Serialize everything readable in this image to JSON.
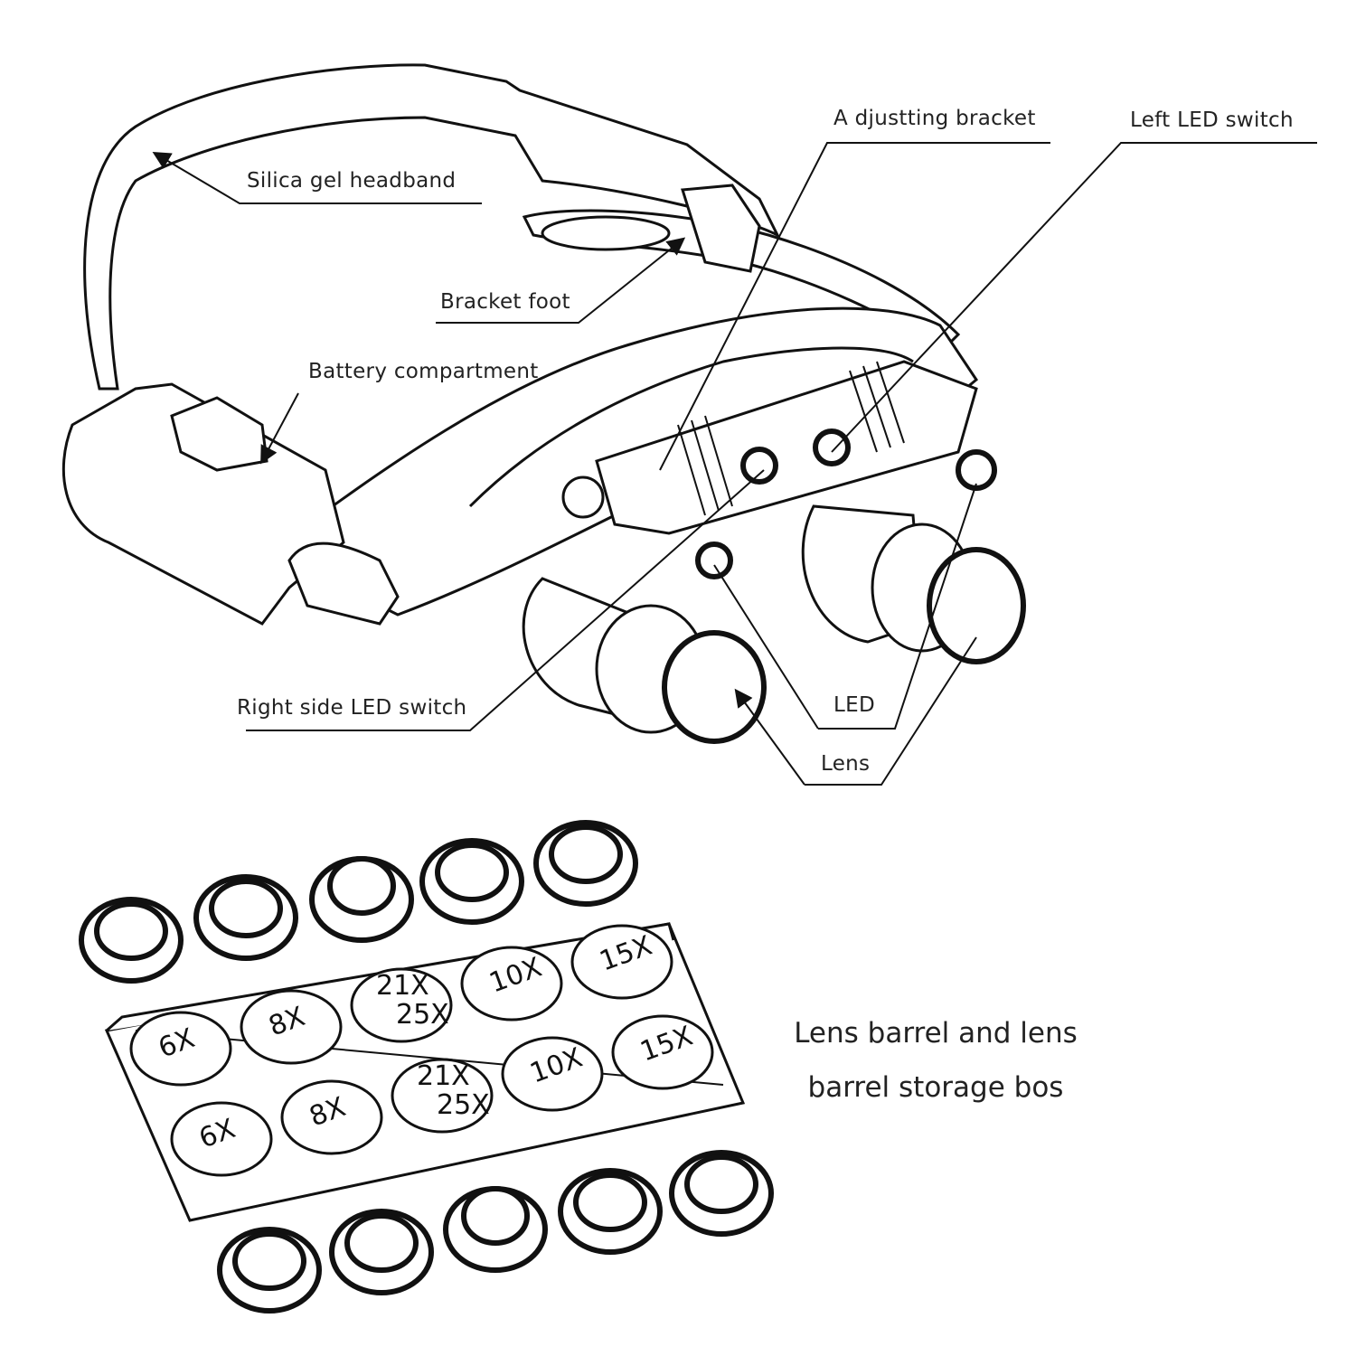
{
  "labels": {
    "headband": "Silica gel headband",
    "adjusting_bracket": "A djustting bracket",
    "left_led_switch": "Left LED switch",
    "bracket_foot": "Bracket foot",
    "battery": "Battery compartment",
    "right_led_switch": "Right side LED switch",
    "led": "LED",
    "lens": "Lens"
  },
  "caption": {
    "line1": "Lens barrel and lens",
    "line2": "barrel storage bos"
  },
  "tray": {
    "row1": [
      "6X",
      "8X",
      "21X",
      "25X",
      "10X",
      "15X"
    ],
    "row2": [
      "6X",
      "8X",
      "21X",
      "25X",
      "10X",
      "15X"
    ]
  }
}
